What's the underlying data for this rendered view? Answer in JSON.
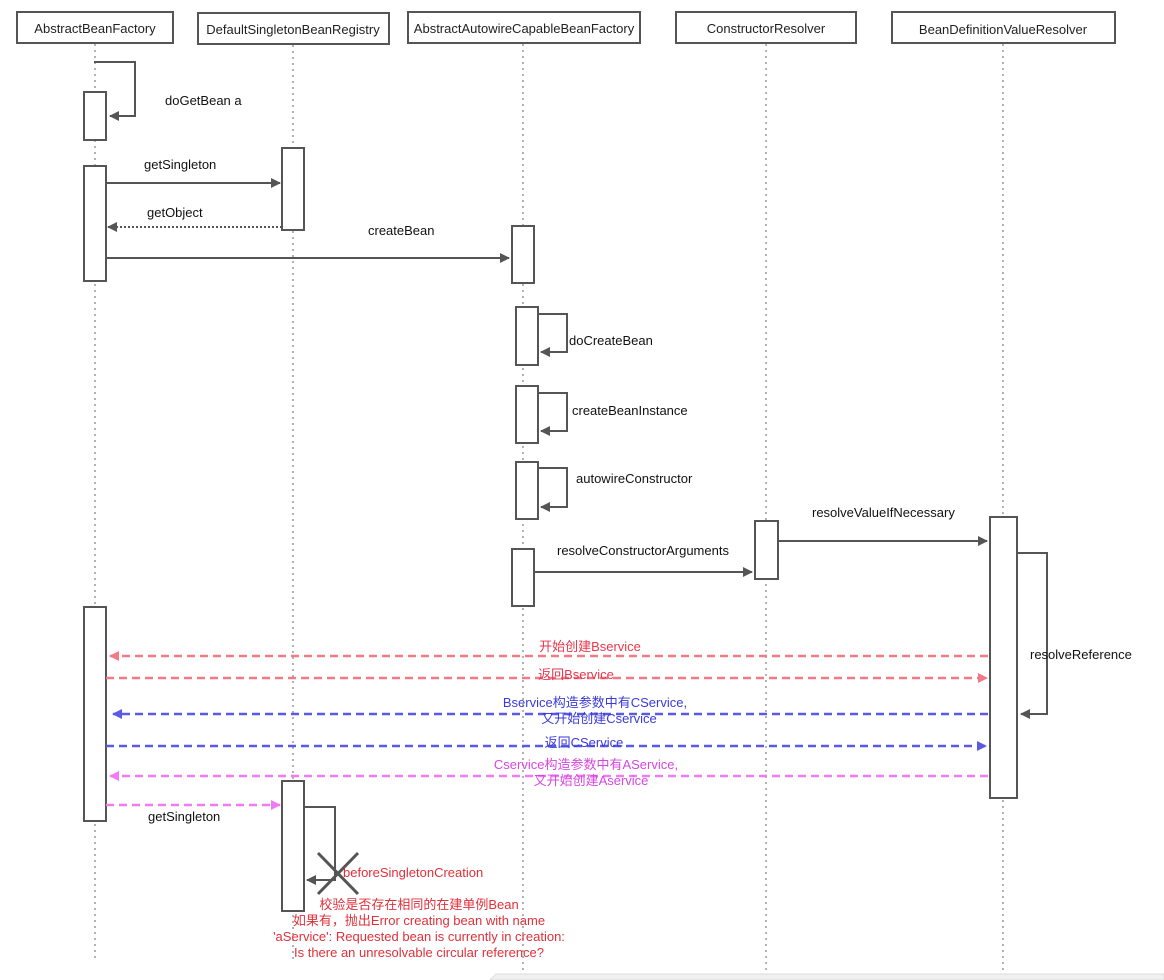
{
  "participants": {
    "p1": "AbstractBeanFactory",
    "p2": "DefaultSingletonBeanRegistry",
    "p3": "AbstractAutowireCapableBeanFactory",
    "p4": "ConstructorResolver",
    "p5": "BeanDefinitionValueResolver"
  },
  "messages": {
    "doGetBean": "doGetBean  a",
    "getSingleton": "getSingleton",
    "getObject": "getObject",
    "createBean": "createBean",
    "doCreateBean": "doCreateBean",
    "createBeanInstance": "createBeanInstance",
    "autowireConstructor": "autowireConstructor",
    "resolveValueIfNecessary": "resolveValueIfNecessary",
    "resolveConstructorArguments": "resolveConstructorArguments",
    "resolveReference": "resolveReference",
    "startBservice": "开始创建Bservice",
    "returnBservice": "返回Bservice",
    "bserviceHasC_line1": "Bservice构造参数中有CService,",
    "bserviceHasC_line2": "又开始创建Cservice",
    "returnCservice": "返回CService",
    "cserviceHasA_line1": "Cservice构造参数中有AService,",
    "cserviceHasA_line2": "又开始创建Aservice",
    "getSingleton2": "getSingleton",
    "beforeSingletonCreation": "beforeSingletonCreation"
  },
  "note": {
    "line1": "校验是否存在相同的在建单例Bean",
    "line2": "如果有，抛出Error creating bean with name",
    "line3": "'aService': Requested bean is currently in creation:",
    "line4": "Is there an unresolvable circular reference?"
  },
  "colors": {
    "pink": "#f07a86",
    "blue": "#5a5ae6",
    "magenta": "#ef7cf2",
    "gray": "#555555",
    "red_text": "#e0303a"
  }
}
